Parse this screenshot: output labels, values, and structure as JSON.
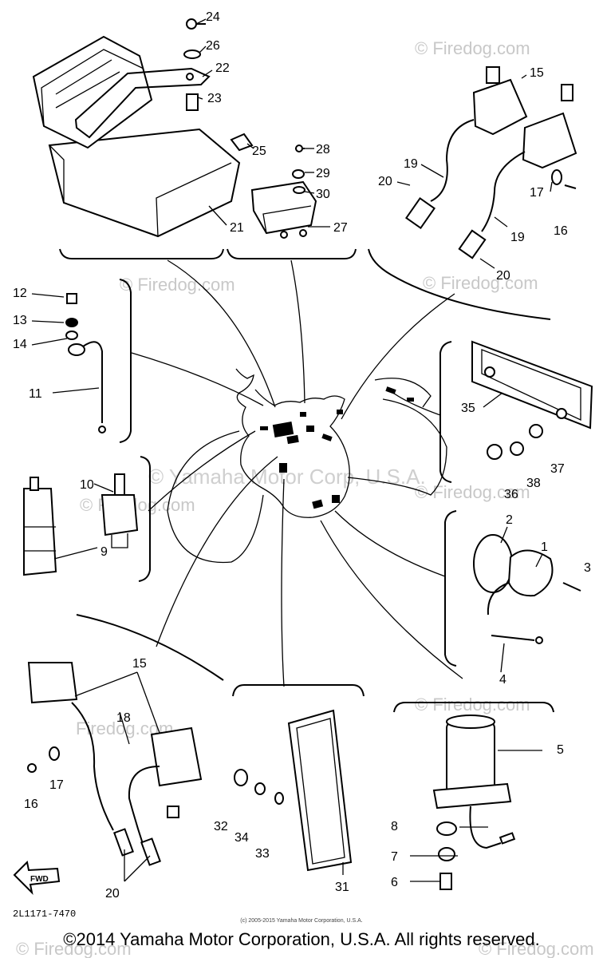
{
  "watermarks": {
    "firedog": "© Firedog.com",
    "firedog_short": "Firedog.com",
    "firedog_center": "© Firedog.com",
    "yamaha": "© Yamaha Motor Corp, U.S.A."
  },
  "callouts": [
    "24",
    "26",
    "22",
    "23",
    "25",
    "28",
    "29",
    "30",
    "21",
    "27",
    "15",
    "19",
    "20",
    "17",
    "16",
    "19",
    "20",
    "12",
    "13",
    "14",
    "11",
    "35",
    "36",
    "38",
    "37",
    "10",
    "9",
    "2",
    "1",
    "3",
    "4",
    "15",
    "18",
    "17",
    "16",
    "20",
    "32",
    "34",
    "33",
    "31",
    "5",
    "8",
    "7",
    "6"
  ],
  "fwd_label": "FWD",
  "diagram_code": "2L1171-7470",
  "small_copyright": "(c) 2005-2015 Yamaha Motor Corporation, U.S.A.",
  "copyright": "©2014 Yamaha Motor Corporation, U.S.A. All rights reserved."
}
